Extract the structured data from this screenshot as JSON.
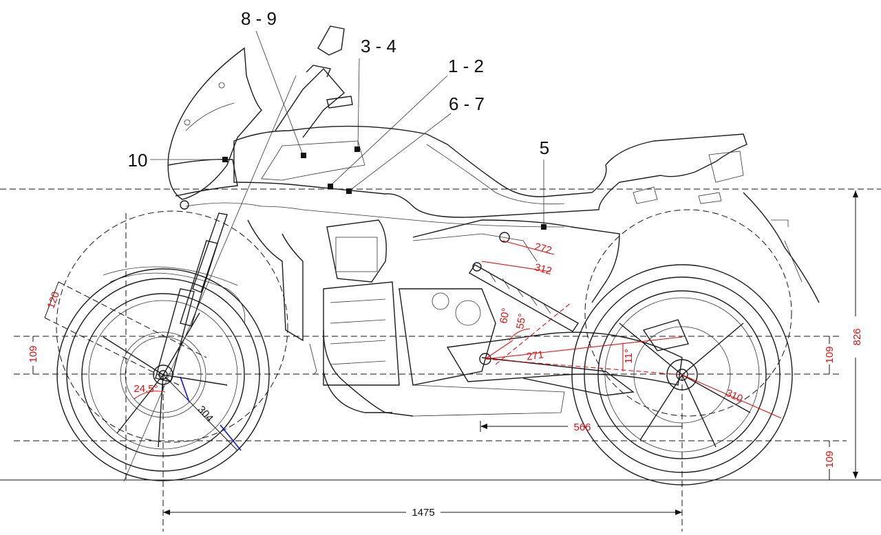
{
  "callouts": [
    {
      "id": "c89",
      "label": "8 - 9"
    },
    {
      "id": "c34",
      "label": "3 - 4"
    },
    {
      "id": "c12",
      "label": "1 - 2"
    },
    {
      "id": "c67",
      "label": "6 - 7"
    },
    {
      "id": "c5",
      "label": "5"
    },
    {
      "id": "c10",
      "label": "10"
    }
  ],
  "dimensions": {
    "wheelbase": "1475",
    "overall_height": "826",
    "rear_ground_gap": "109",
    "front_axle_offset": "109",
    "rear_axle_offset": "109",
    "fork_offset": "120",
    "front_disc": "304",
    "steering_angle": "24.5°",
    "shock_a": "272",
    "shock_b": "312",
    "shock_angle_a": "60°",
    "shock_angle_b": "55°",
    "swingarm_pivot": "271",
    "swingarm_angle": "11°",
    "rear_disc": "310",
    "pivot_to_axle": "566"
  },
  "colors": {
    "line": "#1a1a1a",
    "red_dimension": "#e01010",
    "blue_dimension": "#1010e0"
  }
}
